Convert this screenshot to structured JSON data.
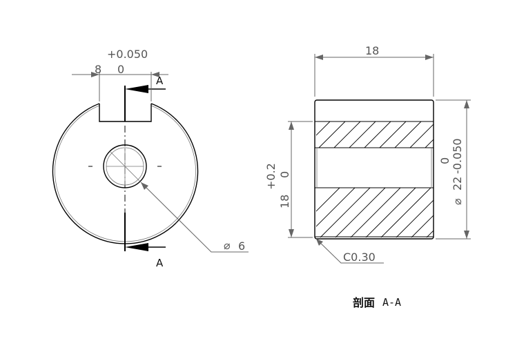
{
  "front_view": {
    "slot_tolerance": "+0.050",
    "slot_nominal": "8",
    "slot_lower": "0",
    "section_label_top": "A",
    "section_label_bottom": "A",
    "hole_dim": "6"
  },
  "section_view": {
    "length_dim": "18",
    "bore_tolerance": "+0.2",
    "bore_lower": "0",
    "bore_nominal": "18",
    "outer_upper": "0",
    "outer_dim": "22",
    "outer_lower": "-0.050",
    "chamfer": "C0.30"
  },
  "caption": {
    "bold": "剖面",
    "section": "A-A"
  }
}
